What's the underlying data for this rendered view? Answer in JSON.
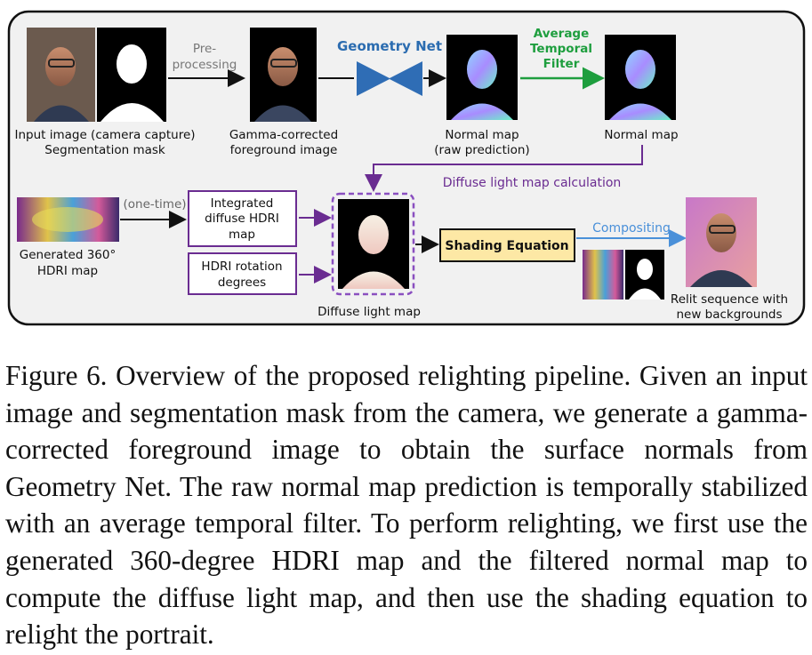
{
  "labels": {
    "input_caption_line1": "Input image (camera capture)",
    "input_caption_line2": "Segmentation mask",
    "preprocessing_line1": "Pre-",
    "preprocessing_line2": "processing",
    "gamma_line1": "Gamma-corrected",
    "gamma_line2": "foreground image",
    "geometry_net": "Geometry Net",
    "normal_raw_line1": "Normal map",
    "normal_raw_line2": "(raw prediction)",
    "avg_filter_line1": "Average",
    "avg_filter_line2": "Temporal",
    "avg_filter_line3": "Filter",
    "normal_map": "Normal map",
    "diffuse_calc": "Diffuse light map calculation",
    "one_time": "(one-time)",
    "integrated_line1": "Integrated",
    "integrated_line2": "diffuse HDRI",
    "integrated_line3": "map",
    "hdri_rotation_line1": "HDRI rotation",
    "hdri_rotation_line2": "degrees",
    "hdri_caption_line1": "Generated 360°",
    "hdri_caption_line2": "HDRI map",
    "diffuse_light_map": "Diffuse light map",
    "shading_equation": "Shading Equation",
    "compositing": "Compositing",
    "relit_line1": "Relit sequence with",
    "relit_line2": "new backgrounds"
  },
  "caption": {
    "text": "Figure 6.  Overview of the proposed relighting pipeline.  Given an input image and segmentation mask from the camera, we gen­erate a gamma-corrected foreground image to obtain the surface normals from Geometry Net.  The raw normal map prediction is temporally stabilized with an average temporal filter.  To perform relighting, we first use the generated 360-degree HDRI map and the filtered normal map to compute the diffuse light map, and then use the shading equation to relight the portrait."
  },
  "colors": {
    "geometry_net": "#2b6cb0",
    "filter": "#1e9e3e",
    "purple": "#6a2c91",
    "shading_fill": "#fde8a5",
    "compositing": "#4a90d9"
  }
}
